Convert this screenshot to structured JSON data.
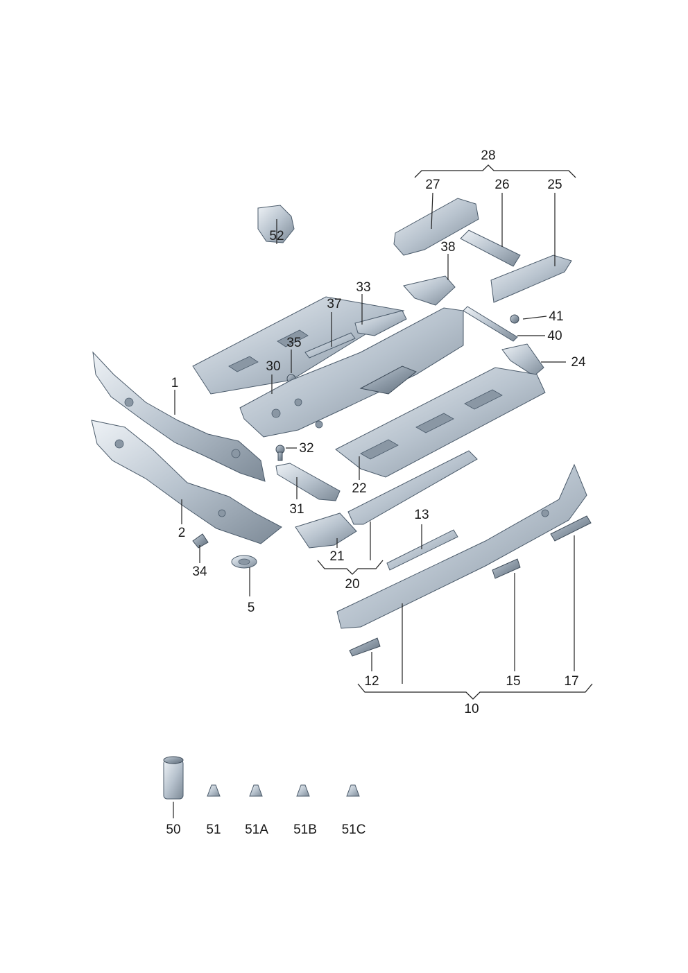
{
  "diagram": {
    "labels": [
      "1",
      "2",
      "5",
      "10",
      "12",
      "13",
      "15",
      "17",
      "20",
      "21",
      "22",
      "24",
      "25",
      "26",
      "27",
      "28",
      "30",
      "31",
      "32",
      "33",
      "34",
      "35",
      "37",
      "38",
      "40",
      "41",
      "50",
      "51",
      "51A",
      "51B",
      "51C",
      "52"
    ]
  }
}
